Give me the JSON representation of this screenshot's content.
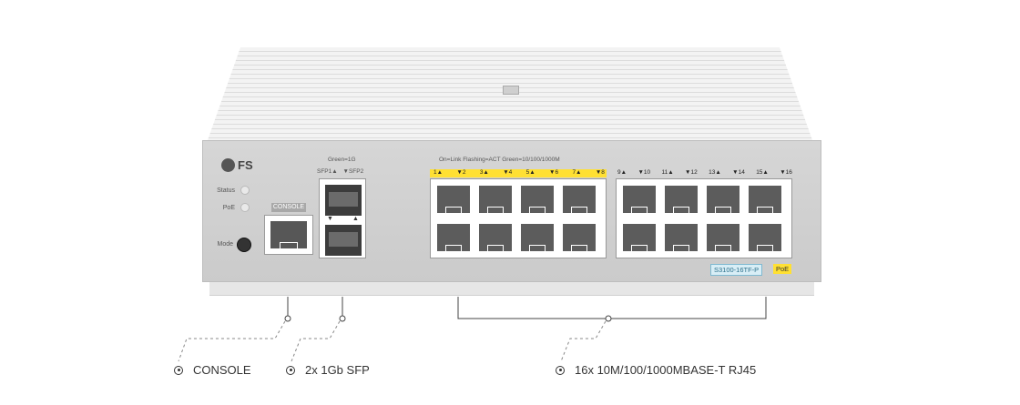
{
  "logo": {
    "text": "FS"
  },
  "front_panel": {
    "leds": [
      {
        "label": "Status"
      },
      {
        "label": "PoE"
      }
    ],
    "mode_label": "Mode",
    "console_label": "CONSOLE",
    "sfp_note": "Green=1G",
    "sfp_labels": [
      "SFP1▲",
      "▼SFP2"
    ],
    "rj45_note": "On=Link   Flashing=ACT   Green=10/100/1000M",
    "rj45_numbers_group1": [
      "1▲",
      "▼2",
      "3▲",
      "▼4",
      "5▲",
      "▼6",
      "7▲",
      "▼8"
    ],
    "rj45_numbers_group2": [
      "9▲",
      "▼10",
      "11▲",
      "▼12",
      "13▲",
      "▼14",
      "15▲",
      "▼16"
    ],
    "model": "S3100-16TF-P",
    "poe": "PoE"
  },
  "callouts": [
    {
      "text": "CONSOLE"
    },
    {
      "text": "2x 1Gb SFP"
    },
    {
      "text": "16x 10M/100/1000MBASE-T RJ45"
    }
  ],
  "colors": {
    "accent_yellow": "#ffe033",
    "panel_gray": "#cfcfcf",
    "model_blue": "#2b6f8a"
  }
}
